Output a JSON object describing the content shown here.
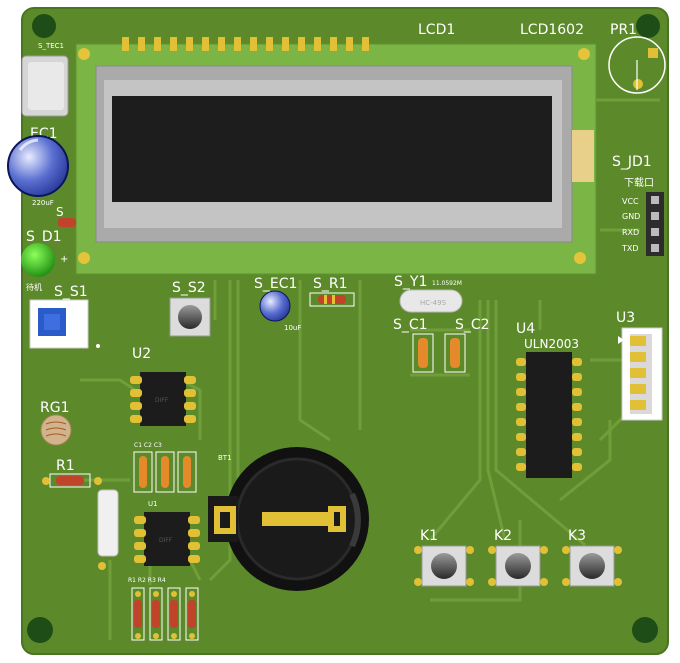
{
  "labels": {
    "lcd1": "LCD1",
    "lcd1602": "LCD1602",
    "pr1": "PR1",
    "ec1": "EC1",
    "ec1_val": "220uF",
    "s_tec1": "S_TEC1",
    "s_small": "S",
    "s_d1": "S_D1",
    "d1_note": "待机",
    "s_s1": "S_S1",
    "s_s2": "S_S2",
    "s_ec1": "S_EC1",
    "s_ec1_val": "10uF",
    "s_r1": "S_R1",
    "s_y1": "S_Y1",
    "s_y1_note": "11.0592M",
    "crystal": "HC-49S",
    "s_c1": "S_C1",
    "s_c2": "S_C2",
    "u4": "U4",
    "uln2003": "ULN2003",
    "u3": "U3",
    "s_jd1": "S_JD1",
    "s_jd1_note": "下载口",
    "vcc": "VCC",
    "gnd": "GND",
    "rxd": "RXD",
    "txd": "TXD",
    "u2": "U2",
    "rg1": "RG1",
    "r1": "R1",
    "k1": "K1",
    "k2": "K2",
    "k3": "K3",
    "chip_mark": "DIFF",
    "small_caps": "C1 C2 C3",
    "small_u": "U1",
    "small_res": "R1 R2 R3 R4",
    "batt": "BT1"
  },
  "colors": {
    "board": "#5f8a2c",
    "board_edge": "#4e7a22",
    "trace": "#6e9838",
    "silk": "#ffffff",
    "lcd_frame": "#7fb94a",
    "lcd_bezel": "#a9a9a9",
    "lcd_screen": "#1e1e1e",
    "gold": "#d9b52a",
    "chip": "#1c1c1c"
  }
}
